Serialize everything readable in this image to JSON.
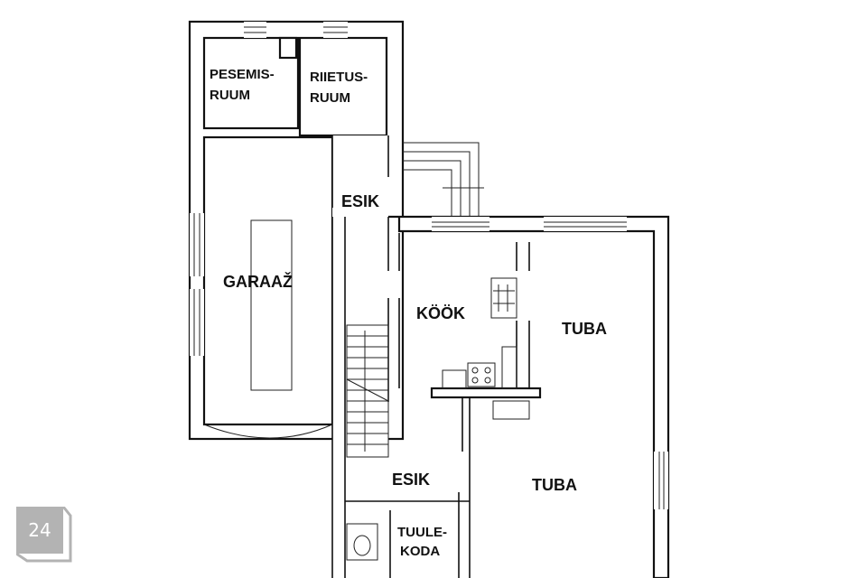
{
  "page_badge": "24",
  "rooms": {
    "pesemisruum_1": "PESEMIS-",
    "pesemisruum_2": "RUUM",
    "riietusruum_1": "RIIETUS-",
    "riietusruum_2": "RUUM",
    "esik_top": "ESIK",
    "garaaz": "GARAAŽ",
    "kook": "KÖÖK",
    "tuba_top": "TUBA",
    "tuba_bottom": "TUBA",
    "esik_bottom": "ESIK",
    "tuulekoda_1": "TUULE-",
    "tuulekoda_2": "KODA"
  }
}
